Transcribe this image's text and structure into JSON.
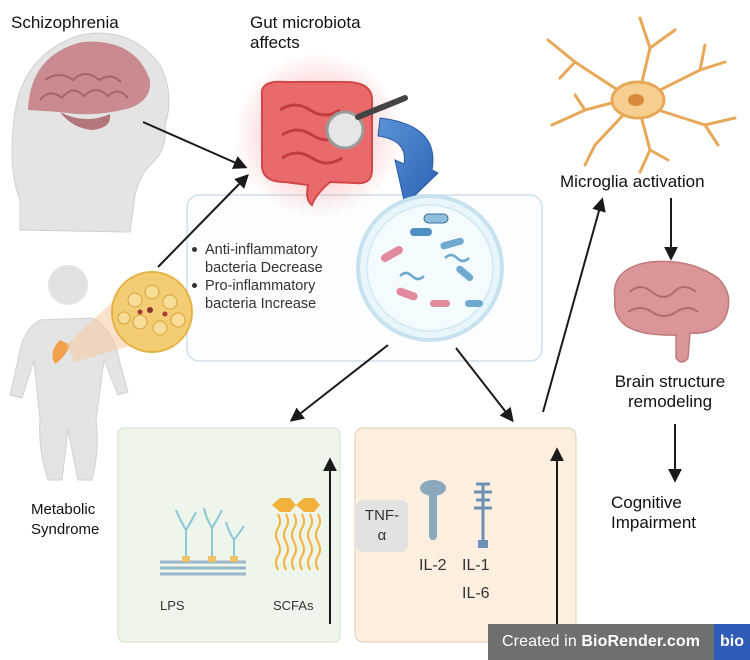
{
  "labels": {
    "schizophrenia": "Schizophrenia",
    "gut_line1": "Gut microbiota",
    "gut_line2": "affects",
    "microglia": "Microglia activation",
    "bullet1_line1": "Anti-inflammatory",
    "bullet1_line2": "bacteria Decrease",
    "bullet2_line1": "Pro-inflammatory",
    "bullet2_line2": "bacteria Increase",
    "brain_line1": "Brain structure",
    "brain_line2": "remodeling",
    "cognitive_line1": "Cognitive",
    "cognitive_line2": "Impairment",
    "metabolic_line1": "Metabolic",
    "metabolic_line2": "Syndrome",
    "lps": "LPS",
    "scfas": "SCFAs",
    "tnf_line1": "TNF-",
    "tnf_line2": "α",
    "il2": "IL-2",
    "il1": "IL-1",
    "il6": "IL-6"
  },
  "badge": {
    "prefix": "Created in ",
    "brand": "BioRender.com",
    "logo": "bio"
  }
}
